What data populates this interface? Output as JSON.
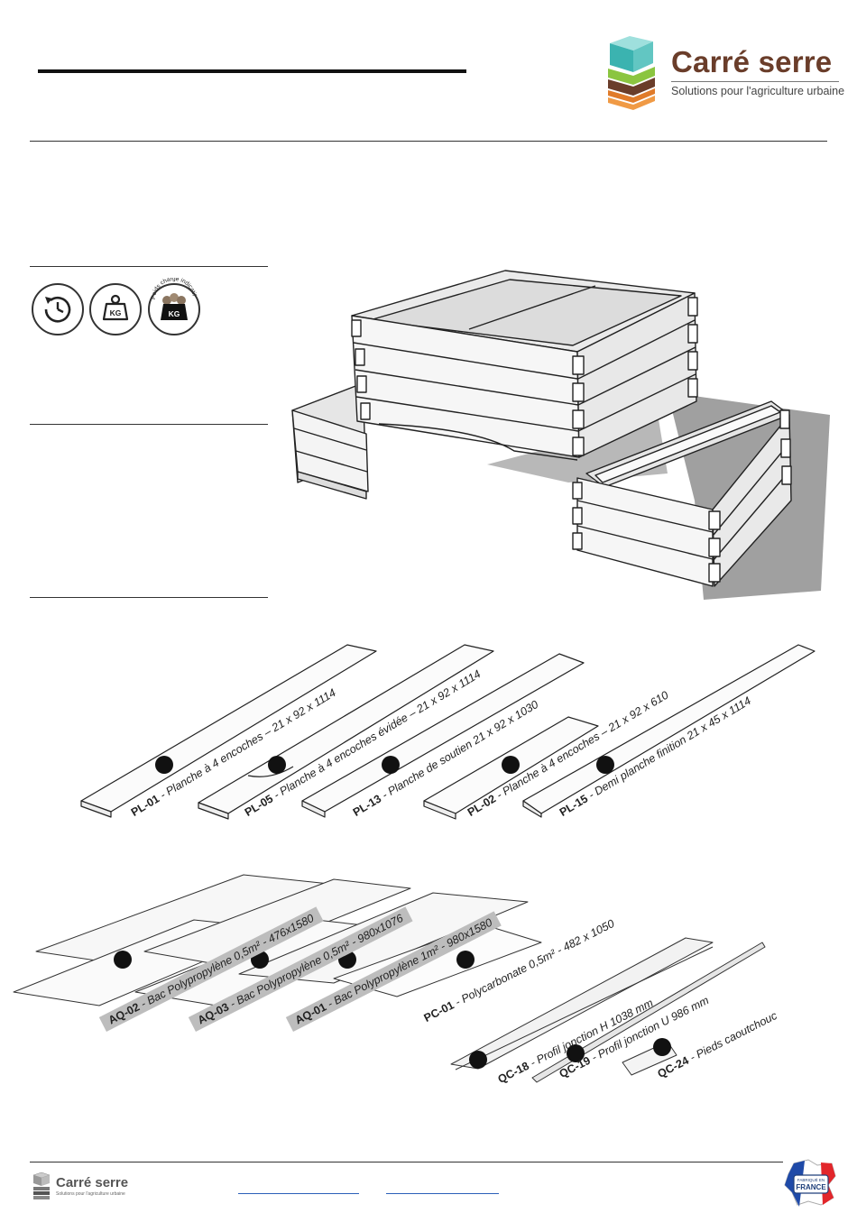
{
  "brand": {
    "name": "Carré serre",
    "tagline": "Solutions pour l'agriculture urbaine",
    "colors": {
      "teal": "#3bb3b0",
      "green": "#8bc540",
      "brown": "#6a3d2a",
      "orange": "#e07b2a"
    }
  },
  "icons": {
    "clock": "clock-refresh-icon",
    "weight": "weight-kg-icon",
    "loaded_weight": "loaded-weight-kg-icon",
    "kg_text": "KG",
    "loaded_arc_text": "Poids chargé indicatif"
  },
  "planks": [
    {
      "code": "PL-01",
      "desc": " - Planche à 4 encoches – 21 x 92 x 1114"
    },
    {
      "code": "PL-05",
      "desc": " - Planche à 4 encoches évidée – 21 x 92 x 1114"
    },
    {
      "code": "PL-13",
      "desc": " - Planche de soutien 21 x 92 x 1030"
    },
    {
      "code": "PL-02",
      "desc": " - Planche à 4 encoches – 21 x 92 x 610"
    },
    {
      "code": "PL-15",
      "desc": " - Demi planche finition 21 x 45 x 1114"
    }
  ],
  "liners": [
    {
      "code": "AQ-02",
      "desc": " - Bac Polypropylène 0,5m² - 476x1580"
    },
    {
      "code": "AQ-03",
      "desc": " - Bac Polypropylène 0,5m² - 980x1076"
    },
    {
      "code": "AQ-01",
      "desc": " - Bac Polypropylène 1m² - 980x1580"
    },
    {
      "code": "PC-01",
      "desc": " - Polycarbonate 0,5m² - 482 x 1050"
    }
  ],
  "accessories": [
    {
      "code": "QC-18",
      "desc": " - Profil jonction H 1038 mm"
    },
    {
      "code": "QC-19",
      "desc": " - Profil jonction U 986 mm"
    },
    {
      "code": "QC-24",
      "desc": " - Pieds caoutchouc"
    }
  ],
  "footer": {
    "brand_name": "Carré serre",
    "brand_tagline": "Solutions pour l'agriculture urbaine",
    "badge_top": "FABRIQUÉ EN",
    "badge_main": "FRANCE"
  }
}
